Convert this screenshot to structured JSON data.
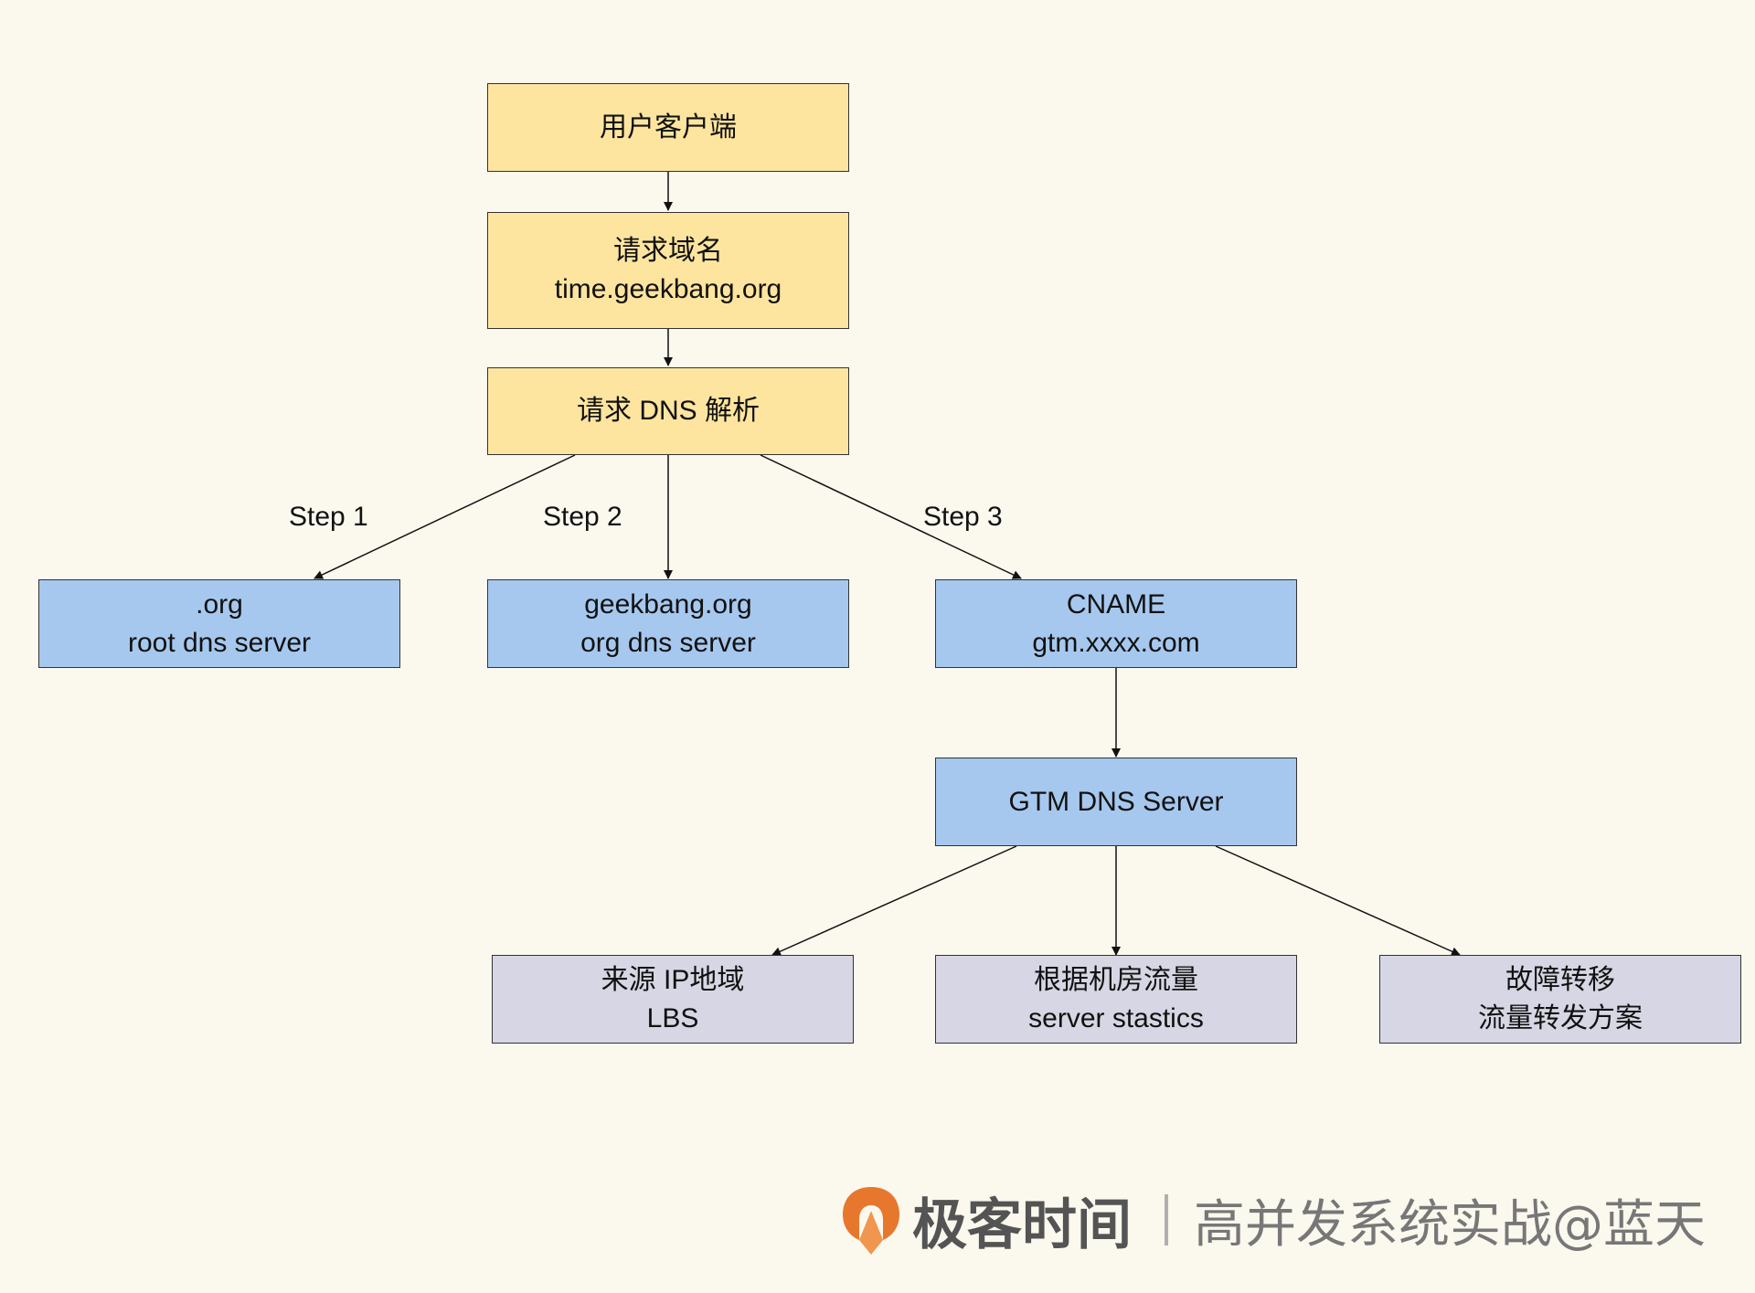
{
  "nodes": {
    "client": {
      "lines": [
        "用户客户端"
      ]
    },
    "request_domain": {
      "lines": [
        "请求域名",
        "time.geekbang.org"
      ]
    },
    "dns_resolve": {
      "lines": [
        "请求 DNS 解析"
      ]
    },
    "root_dns": {
      "lines": [
        ".org",
        "root dns server"
      ]
    },
    "org_dns": {
      "lines": [
        "geekbang.org",
        "org dns server"
      ]
    },
    "cname": {
      "lines": [
        "CNAME",
        "gtm.xxxx.com"
      ]
    },
    "gtm_dns": {
      "lines": [
        "GTM DNS Server"
      ]
    },
    "source_ip": {
      "lines": [
        "来源 IP地域",
        "LBS"
      ]
    },
    "datacenter_traffic": {
      "lines": [
        "根据机房流量",
        "server stastics"
      ]
    },
    "failover": {
      "lines": [
        "故障转移",
        "流量转发方案"
      ]
    }
  },
  "steps": [
    "Step 1",
    "Step 2",
    "Step 3"
  ],
  "footer": {
    "brand": "极客时间",
    "course": "高并发系统实战@蓝天"
  },
  "colors": {
    "yellow_node": "#fde59f",
    "blue_node": "#a6c8ee",
    "lilac_node": "#d6d6e4",
    "logo_orange": "#e8772e"
  }
}
